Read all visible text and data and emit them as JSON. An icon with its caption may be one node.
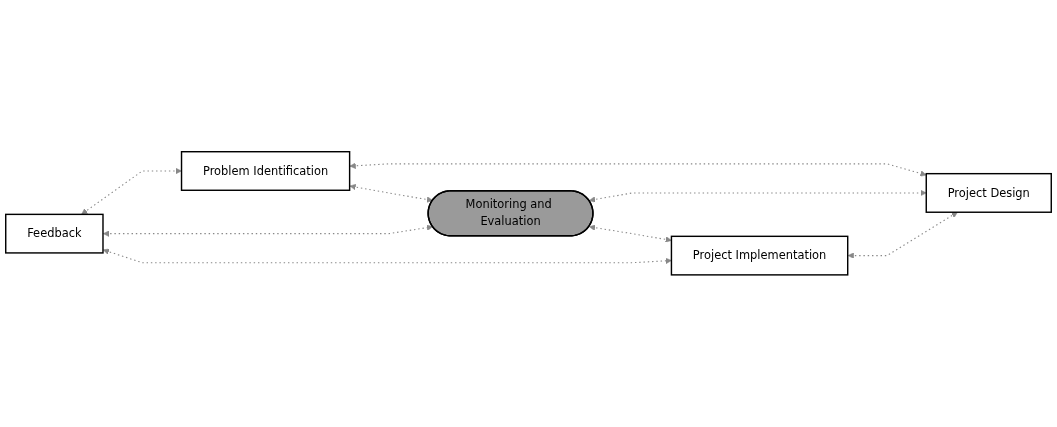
{
  "diagram": {
    "nodes": [
      {
        "text": [
          "Problem Identification"
        ]
      },
      {
        "text": [
          "Feedback"
        ]
      },
      {
        "text": [
          "Monitoring and Evaluation"
        ]
      },
      {
        "text": [
          "Project Design"
        ]
      },
      {
        "text": [
          "Project Implementation"
        ]
      }
    ],
    "edges": [
      {
        "from": 1,
        "to": 0,
        "arrow": "both",
        "style": "dashed"
      },
      {
        "from": 0,
        "to": 3,
        "arrow": "both",
        "style": "dashed"
      },
      {
        "from": 0,
        "to": 2,
        "arrow": "both",
        "style": "dashed"
      },
      {
        "from": 1,
        "to": 2,
        "arrow": "both",
        "style": "dashed"
      },
      {
        "from": 2,
        "to": 3,
        "arrow": "both",
        "style": "dashed"
      },
      {
        "from": 1,
        "to": 4,
        "arrow": "both",
        "style": "dashed"
      },
      {
        "from": 2,
        "to": 4,
        "arrow": "both",
        "style": "dashed"
      },
      {
        "from": 4,
        "to": 3,
        "arrow": "both",
        "style": "dashed"
      }
    ]
  }
}
